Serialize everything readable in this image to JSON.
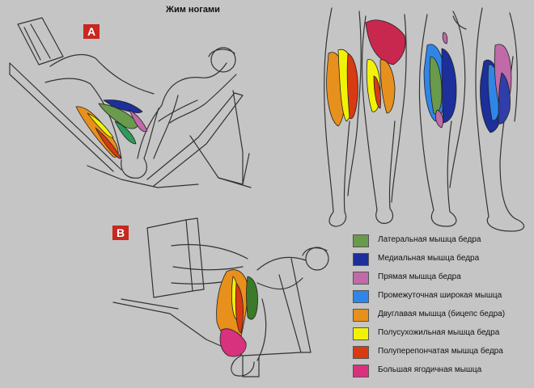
{
  "title": "Жим ногами",
  "labels": {
    "a": "A",
    "b": "B"
  },
  "legend": [
    {
      "label": "Латеральная мышца бедра",
      "color": "#6a9a4c"
    },
    {
      "label": "Медиальная мышца бедра",
      "color": "#1c2f9a"
    },
    {
      "label": "Прямая мышца бедра",
      "color": "#c06aa8"
    },
    {
      "label": "Промежуточная широкая мышца",
      "color": "#2f86e8"
    },
    {
      "label": "Двуглавая мышца (бицепс бедра)",
      "color": "#e8901c"
    },
    {
      "label": "Полусухожильная мышца бедра",
      "color": "#f2f206"
    },
    {
      "label": "Полуперепончатая мышца бедра",
      "color": "#d83a12"
    },
    {
      "label": "Большая ягодичная мышца",
      "color": "#d8327e"
    }
  ]
}
